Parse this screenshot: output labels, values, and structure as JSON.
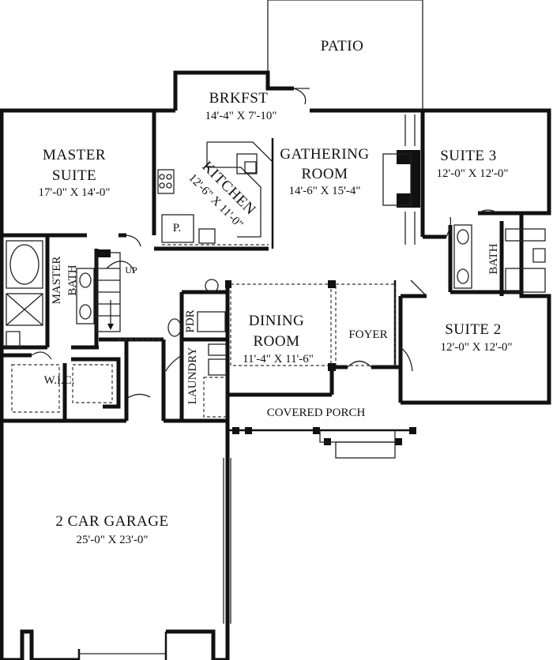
{
  "rooms": {
    "patio": {
      "name": "PATIO"
    },
    "breakfast": {
      "name": "BRKFST",
      "dim": "14'-4\" X 7'-10\""
    },
    "master_suite": {
      "name_line1": "MASTER",
      "name_line2": "SUITE",
      "dim": "17'-0\" X 14'-0\""
    },
    "kitchen": {
      "name": "KITCHEN",
      "dim": "12'-6\" X 11'-0\""
    },
    "gathering_room": {
      "name_line1": "GATHERING",
      "name_line2": "ROOM",
      "dim": "14'-6\" X 15'-4\""
    },
    "suite3": {
      "name": "SUITE 3",
      "dim": "12'-0\" X 12'-0\""
    },
    "pantry": {
      "name": "P."
    },
    "master_bath": {
      "name_line1": "MASTER",
      "name_line2": "BATH"
    },
    "stairs": {
      "label": "UP"
    },
    "bath": {
      "name": "BATH"
    },
    "powder": {
      "name": "PDR"
    },
    "dining_room": {
      "name_line1": "DINING",
      "name_line2": "ROOM",
      "dim": "11'-4\" X 11'-6\""
    },
    "foyer": {
      "name": "FOYER"
    },
    "suite2": {
      "name": "SUITE 2",
      "dim": "12'-0\" X 12'-0\""
    },
    "wic": {
      "name": "W.I.C."
    },
    "laundry": {
      "name": "LAUNDRY"
    },
    "covered_porch": {
      "name": "COVERED PORCH"
    },
    "garage": {
      "name": "2 CAR GARAGE",
      "dim": "25'-0\" X 23'-0\""
    }
  }
}
